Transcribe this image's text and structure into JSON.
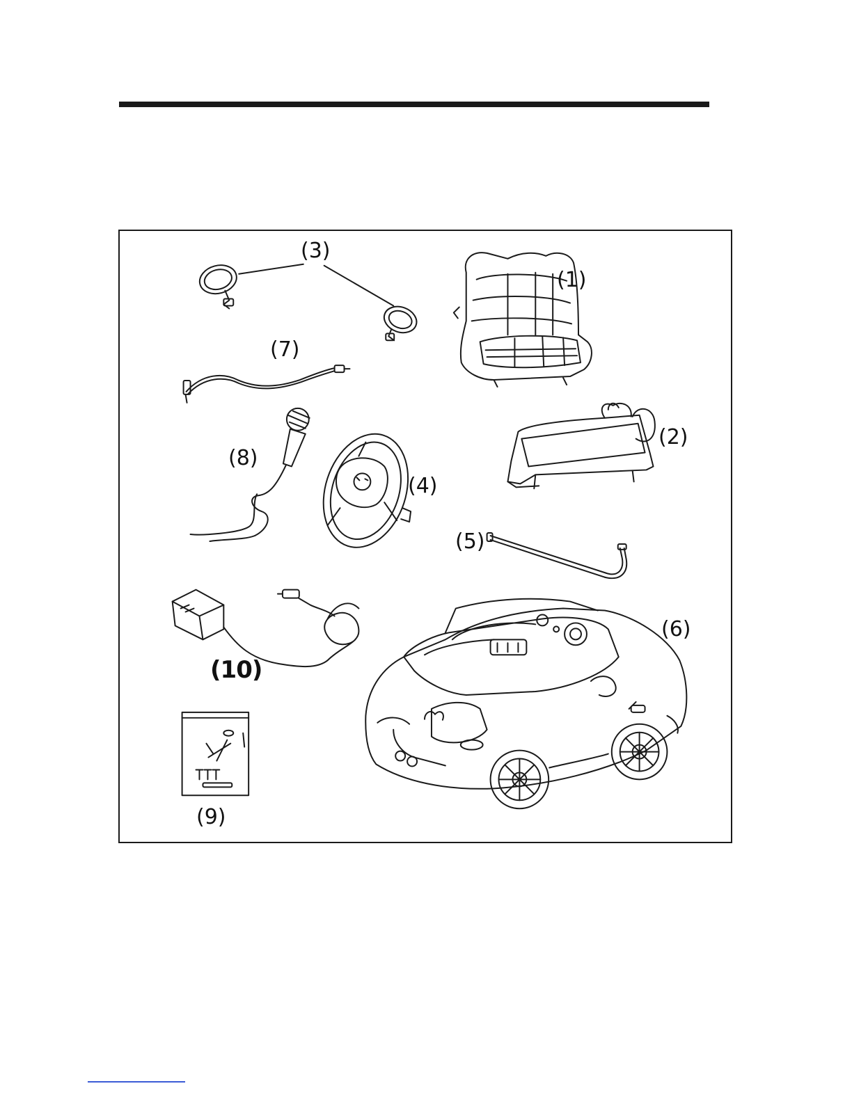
{
  "parts_figure": {
    "labels": {
      "p1": "(1)",
      "p2": "(2)",
      "p3": "(3)",
      "p4": "(4)",
      "p5": "(5)",
      "p6": "(6)",
      "p7": "(7)",
      "p8": "(8)",
      "p9": "(9)",
      "p10": "(10)"
    },
    "icons": {
      "p1": "seat-illustration",
      "p2": "windshield-illustration",
      "p3": "side-mirror-illustration",
      "p4": "steering-wheel-illustration",
      "p5": "rod-illustration",
      "p6": "ride-on-car-illustration",
      "p7": "audio-cable-illustration",
      "p8": "microphone-illustration",
      "p9": "hardware-bag-illustration",
      "p10": "charger-illustration"
    },
    "colors": {
      "ink": "#1a1a1a",
      "paper": "#ffffff"
    }
  }
}
